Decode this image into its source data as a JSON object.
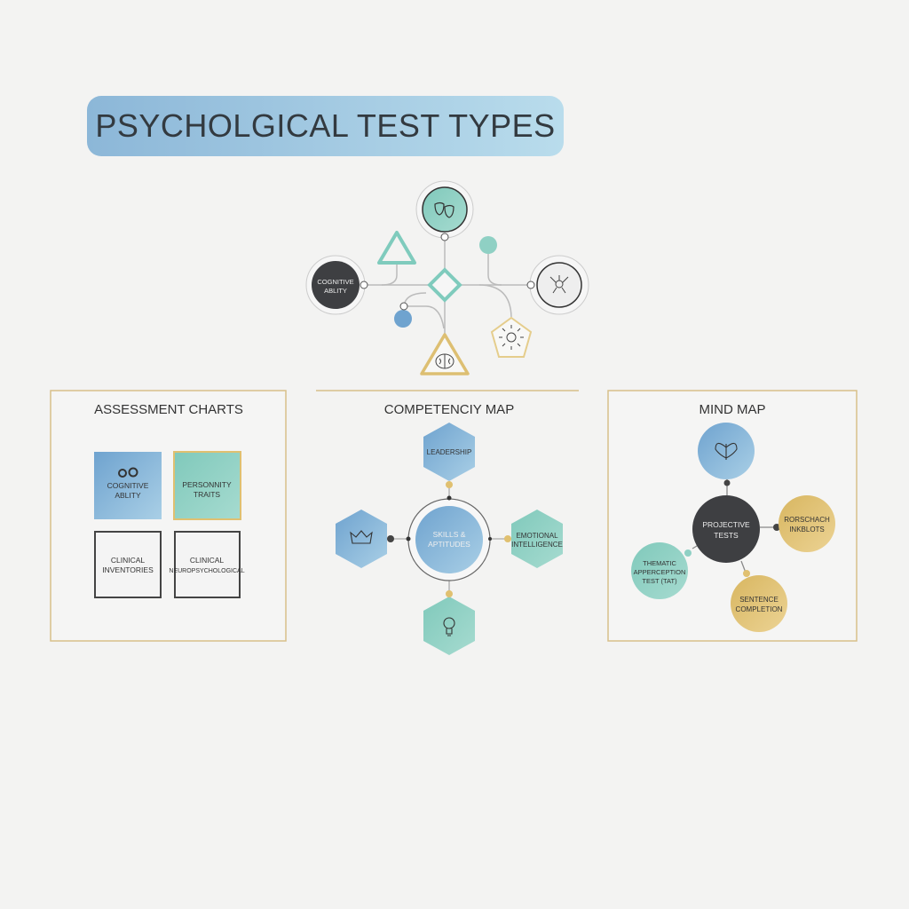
{
  "title": "PSYCHOLGICAL TEST TYPES",
  "colors": {
    "blue": "#7eaed6",
    "teal": "#8fd0c4",
    "gold": "#e0c070",
    "dark": "#3e3f42",
    "border": "#d8c08a"
  },
  "top_diagram": {
    "cognitive": [
      "COGNITIVE",
      "ABLITY"
    ],
    "icons": [
      "theater-masks-icon",
      "neuron-icon",
      "brain-icon",
      "sun-icon"
    ]
  },
  "assessment": {
    "heading": "ASSESSMENT CHARTS",
    "cards": [
      {
        "lines": [
          "COGNITIVE",
          "ABLITY"
        ],
        "icon": "gears-icon"
      },
      {
        "lines": [
          "PERSONNITY",
          "TRAITS"
        ]
      },
      {
        "lines": [
          "CLINICAL",
          "INVENTORIES"
        ]
      },
      {
        "lines": [
          "CLINICAL",
          "NEUROPSYCHOLOGICAL"
        ]
      }
    ]
  },
  "competency": {
    "heading": "COMPETENCIY MAP",
    "center": [
      "SKILLS &",
      "APTITUDES"
    ],
    "top": "LEADERSHIP",
    "right": [
      "EMOTIONAL",
      "INTELLIGENCE"
    ],
    "left_icon": "crown-icon",
    "bottom_icon": "lightbulb-icon"
  },
  "mindmap": {
    "heading": "MIND MAP",
    "center": [
      "PROJECTIVE",
      "TESTS"
    ],
    "top_icon": "butterfly-icon",
    "right": [
      "RORSCHACH",
      "INKBLOTS"
    ],
    "left": [
      "THEMATIC",
      "APPERCEPTION",
      "TEST (TAT)"
    ],
    "bottom": [
      "SENTENCE",
      "COMPLETION"
    ]
  }
}
